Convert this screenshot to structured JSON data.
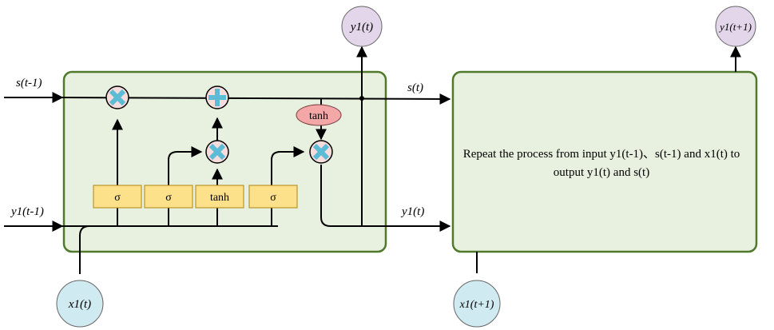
{
  "cell": {
    "input_state": "s(t-1)",
    "output_state": "s(t)",
    "input_hidden": "y1(t-1)",
    "output_hidden": "y1(t)",
    "input_x": "x1(t)",
    "output_y_top": "y1(t)",
    "gates": [
      "σ",
      "σ",
      "tanh",
      "σ"
    ],
    "tanh_label": "tanh"
  },
  "next_cell": {
    "output_y_top": "y1(t+1)",
    "input_x": "x1(t+1)",
    "description_line1": "Repeat the process from input y1(t-1)、s(t-1) and x1(t) to",
    "description_line2": "output y1(t) and s(t)"
  },
  "colors": {
    "cell_fill": "#e8f1df",
    "cell_border": "#4f7a2c",
    "gate_fill": "#fde08a",
    "gate_border": "#b8962b",
    "op_circle": "#f7dcdc",
    "op_symbol": "#5cbcd6",
    "tanh_fill": "#f3a7a7",
    "x_circle": "#cfeaf0",
    "y_circle": "#e3d6ea"
  }
}
